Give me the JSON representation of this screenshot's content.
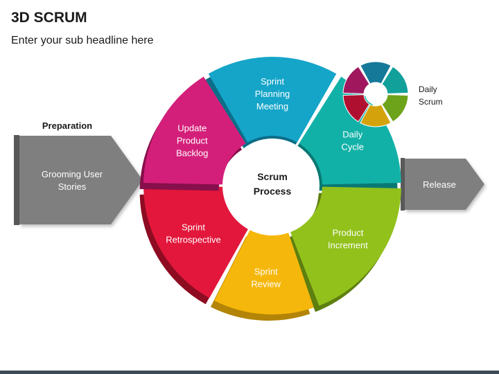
{
  "header": {
    "title": "3D SCRUM",
    "subtitle": "Enter your sub headline here"
  },
  "preparation": {
    "heading": "Preparation",
    "line1": "Grooming User",
    "line2": "Stories"
  },
  "center": {
    "line1": "Scrum",
    "line2": "Process"
  },
  "segments": [
    {
      "id": "sprint-planning-meeting",
      "lines": [
        "Sprint",
        "Planning",
        "Meeting"
      ],
      "color": "#15A5C9",
      "side": "#0C6E88"
    },
    {
      "id": "daily-cycle",
      "lines": [
        "Daily",
        "Cycle"
      ],
      "color": "#12B1A7",
      "side": "#0A7872"
    },
    {
      "id": "product-increment",
      "lines": [
        "Product",
        "Increment"
      ],
      "color": "#92C11C",
      "side": "#5E7F10"
    },
    {
      "id": "sprint-review",
      "lines": [
        "Sprint",
        "Review"
      ],
      "color": "#F6B70C",
      "side": "#B38406"
    },
    {
      "id": "sprint-retrospective",
      "lines": [
        "Sprint",
        "Retrospective"
      ],
      "color": "#E2173B",
      "side": "#8E0C22"
    },
    {
      "id": "update-product-backlog",
      "lines": [
        "Update",
        "Product",
        "Backlog"
      ],
      "color": "#D41F7A",
      "side": "#870F4B"
    }
  ],
  "daily_scrum": {
    "line1": "Daily",
    "line2": "Scrum",
    "colors": [
      "#15799A",
      "#12A09A",
      "#6DA31A",
      "#D4A30C",
      "#B01030",
      "#A0175E"
    ]
  },
  "release": {
    "label": "Release"
  },
  "colors": {
    "arrow_face": "#7F7F7F",
    "arrow_side": "#595959",
    "footer": "#3E4A56"
  }
}
